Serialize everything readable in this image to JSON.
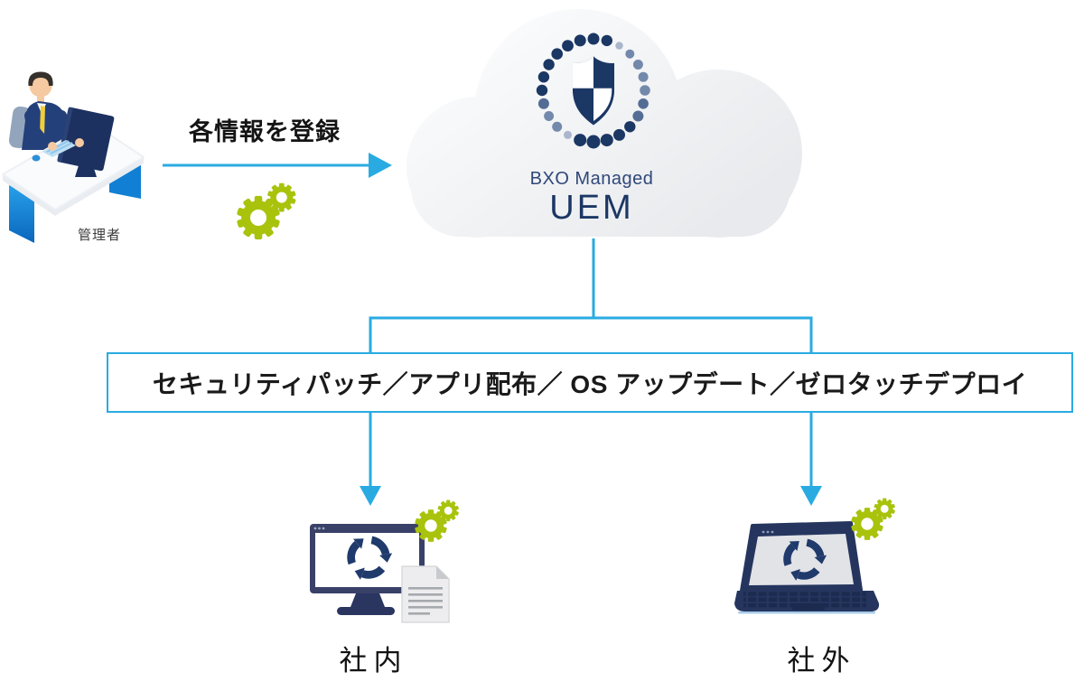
{
  "palette": {
    "arrow_blue": "#29ABE2",
    "gear_green": "#A9C30D",
    "navy": "#1B3764",
    "navy_mid": "#2F4879",
    "text_dark": "#1A1A1A"
  },
  "admin": {
    "label": "管理者"
  },
  "register_arrow": {
    "label": "各情報を登録"
  },
  "cloud": {
    "brand": "BXO Managed",
    "product": "UEM"
  },
  "features_box": {
    "text": "セキュリティパッチ／アプリ配布／ OS アップデート／ゼロタッチデプロイ"
  },
  "targets": [
    {
      "label": "社内"
    },
    {
      "label": "社外"
    }
  ]
}
